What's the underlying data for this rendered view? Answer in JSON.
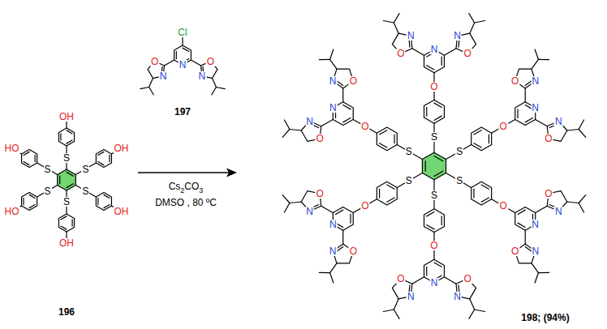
{
  "diagram": {
    "labels": [
      "S",
      "OH",
      "S",
      "OH",
      "S",
      "OH",
      "S",
      "OH",
      "S",
      "HO",
      "S",
      "HO",
      "Cl",
      "N",
      "N",
      "O",
      "N",
      "O",
      "197",
      "Cs2CO3",
      "DMSO , 80 ºC",
      "196",
      "S",
      "O",
      "N",
      "N",
      "O",
      "N",
      "O",
      "S",
      "O",
      "N",
      "N",
      "O",
      "N",
      "O",
      "S",
      "O",
      "N",
      "N",
      "O",
      "N",
      "O",
      "S",
      "O",
      "N",
      "N",
      "O",
      "N",
      "O",
      "S",
      "O",
      "N",
      "N",
      "O",
      "N",
      "O",
      "S",
      "O",
      "N",
      "N",
      "O",
      "N",
      "O",
      "198; (94%)"
    ]
  }
}
